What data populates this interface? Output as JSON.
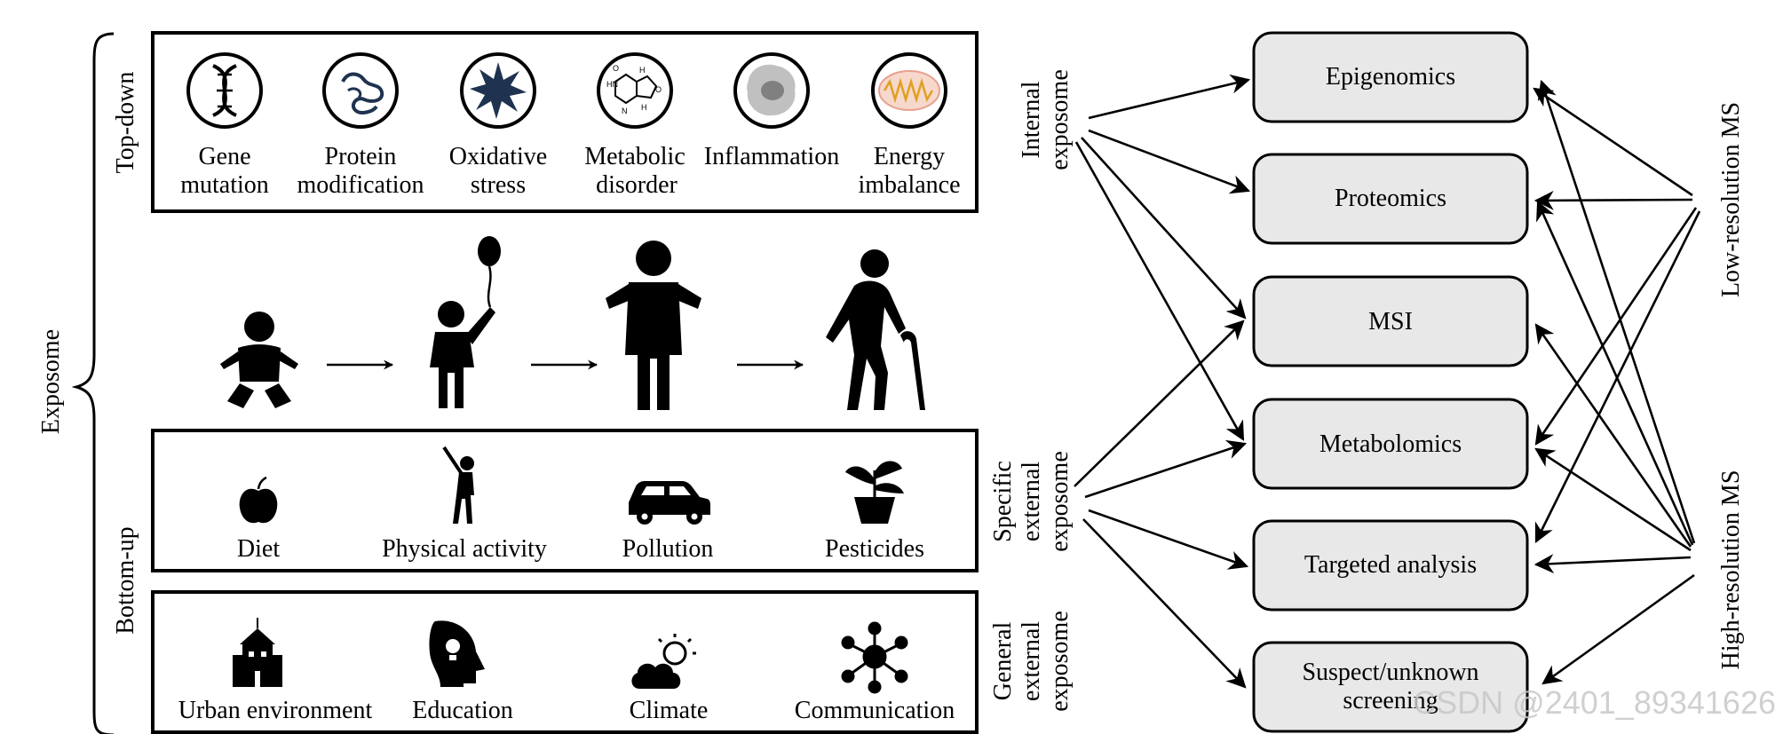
{
  "exposome_label": "Exposome",
  "top_down_label": "Top-down",
  "bottom_up_label": "Bottom-up",
  "mechanisms": [
    {
      "line1": "Gene",
      "line2": "mutation",
      "icon": "dna-icon"
    },
    {
      "line1": "Protein",
      "line2": "modification",
      "icon": "protein-icon"
    },
    {
      "line1": "Oxidative",
      "line2": "stress",
      "icon": "burst-icon"
    },
    {
      "line1": "Metabolic",
      "line2": "disorder",
      "icon": "molecule-icon"
    },
    {
      "line1": "Inflammation",
      "line2": "",
      "icon": "cell-icon"
    },
    {
      "line1": "Energy",
      "line2": "imbalance",
      "icon": "mitochondria-icon"
    }
  ],
  "life_stages": [
    "baby-icon",
    "child-with-balloon-icon",
    "adult-icon",
    "elder-with-cane-icon"
  ],
  "specific_exposures": [
    {
      "label": "Diet",
      "icon": "apple-icon"
    },
    {
      "label": "Physical activity",
      "icon": "baseball-player-icon"
    },
    {
      "label": "Pollution",
      "icon": "car-icon"
    },
    {
      "label": "Pesticides",
      "icon": "potted-plant-icon"
    }
  ],
  "general_exposures": [
    {
      "label": "Urban environment",
      "icon": "school-building-icon"
    },
    {
      "label": "Education",
      "icon": "head-lightbulb-icon"
    },
    {
      "label": "Climate",
      "icon": "sun-cloud-icon"
    },
    {
      "label": "Communication",
      "icon": "network-icon"
    }
  ],
  "exposome_types": {
    "internal": [
      "Internal",
      "exposome"
    ],
    "specific": [
      "Specific",
      "external",
      "exposome"
    ],
    "general": [
      "General",
      "external",
      "exposome"
    ]
  },
  "omics": [
    "Epigenomics",
    "Proteomics",
    "MSI",
    "Metabolomics",
    "Targeted analysis",
    [
      "Suspect/unknown",
      "screening"
    ]
  ],
  "ms_labels": {
    "low": "Low-resolution MS",
    "high": "High-resolution MS"
  },
  "watermark": "CSDN @2401_89341626"
}
